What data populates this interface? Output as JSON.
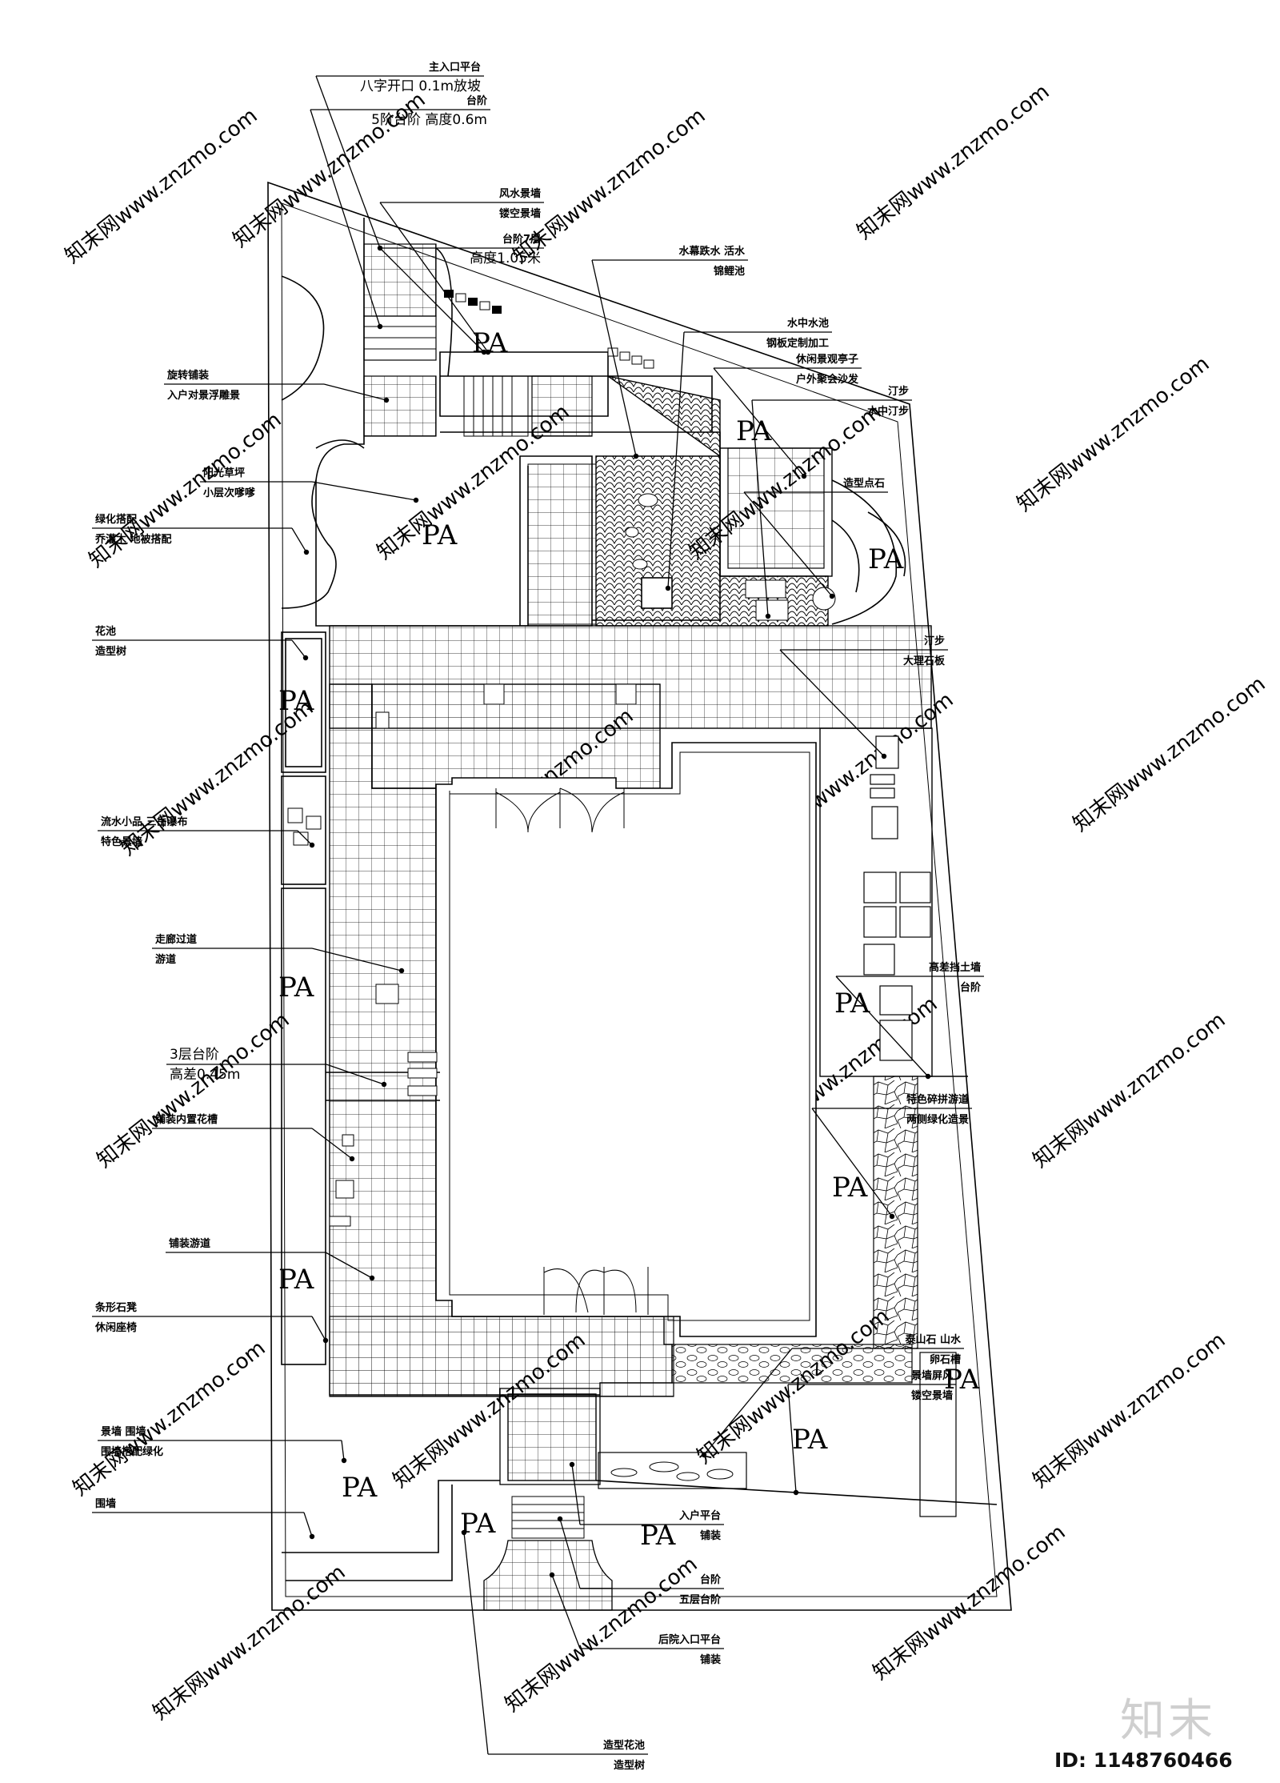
{
  "labels": [
    {
      "l1": "主入口平台",
      "l2": "八字开口 0.1m放坡",
      "big2": true
    },
    {
      "l1": "台阶",
      "l2": "5阶台阶 高度0.6m",
      "big2": true
    },
    {
      "l1": "风水景墙",
      "l2": "镂空景墙"
    },
    {
      "l1": "台阶7层",
      "l2": "高度1.05米",
      "big2": true
    },
    {
      "l1": "水幕跌水 活水",
      "l2": "锦鲤池"
    },
    {
      "l1": "水中水池",
      "l2": "钢板定制加工"
    },
    {
      "l1": "休闲景观亭子",
      "l2": "户外聚会沙发"
    },
    {
      "l1": "汀步",
      "l2": "水中汀步"
    },
    {
      "l1": "造型点石",
      "l2": ""
    },
    {
      "l1": "汀步",
      "l2": "大理石板"
    },
    {
      "l1": "高差挡土墙",
      "l2": "台阶"
    },
    {
      "l1": "特色碎拼游道",
      "l2": "两侧绿化造景"
    },
    {
      "l1": "泰山石 山水",
      "l2": "卵石槽"
    },
    {
      "l1": "景墙屏风",
      "l2": "镂空景墙"
    },
    {
      "l1": "入户平台",
      "l2": "铺装"
    },
    {
      "l1": "台阶",
      "l2": "五层台阶"
    },
    {
      "l1": "后院入口平台",
      "l2": "铺装"
    },
    {
      "l1": "造型花池",
      "l2": "造型树"
    },
    {
      "l1": "旋转铺装",
      "l2": "入户对景浮雕景"
    },
    {
      "l1": "阳光草坪",
      "l2": "小层次嗲嗲"
    },
    {
      "l1": "绿化搭配",
      "l2": "乔灌木 地被搭配"
    },
    {
      "l1": "花池",
      "l2": "造型树"
    },
    {
      "l1": "流水小品 三岳瀑布",
      "l2": "特色景墙"
    },
    {
      "l1": "走廊过道",
      "l2": "游道"
    },
    {
      "l1": "3层台阶",
      "l2": "高差0.45m",
      "big": true
    },
    {
      "l1": "铺装内置花槽",
      "l2": ""
    },
    {
      "l1": "铺装游道",
      "l2": ""
    },
    {
      "l1": "条形石凳",
      "l2": "休闲座椅"
    },
    {
      "l1": "景墙 围墙",
      "l2": "围墙搭配绿化"
    },
    {
      "l1": "围墙",
      "l2": ""
    }
  ],
  "pa_label": "PA",
  "watermark": "知末网www.znzmo.com",
  "logo": "知末",
  "image_id": "ID: 1148760466"
}
